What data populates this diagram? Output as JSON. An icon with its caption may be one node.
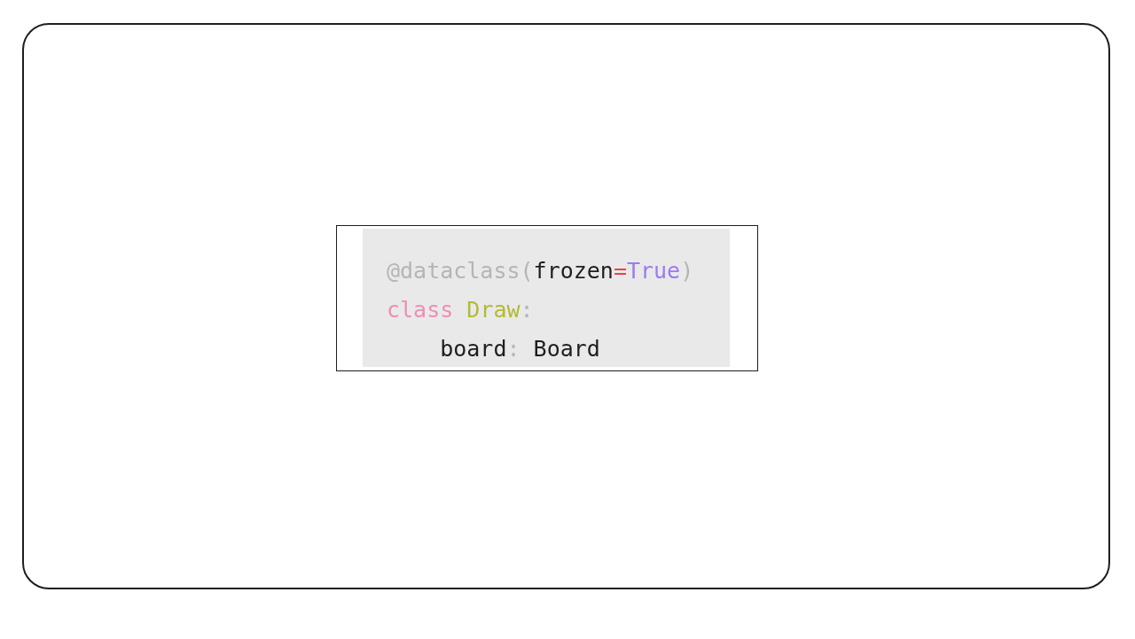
{
  "diagram": {
    "nodes": [
      {
        "text": [],
        "shape": "box"
      },
      {
        "text": [
          "@dataclass(frozen=True)",
          "class Draw:",
          "    board: Board"
        ],
        "in": 0
      }
    ]
  }
}
